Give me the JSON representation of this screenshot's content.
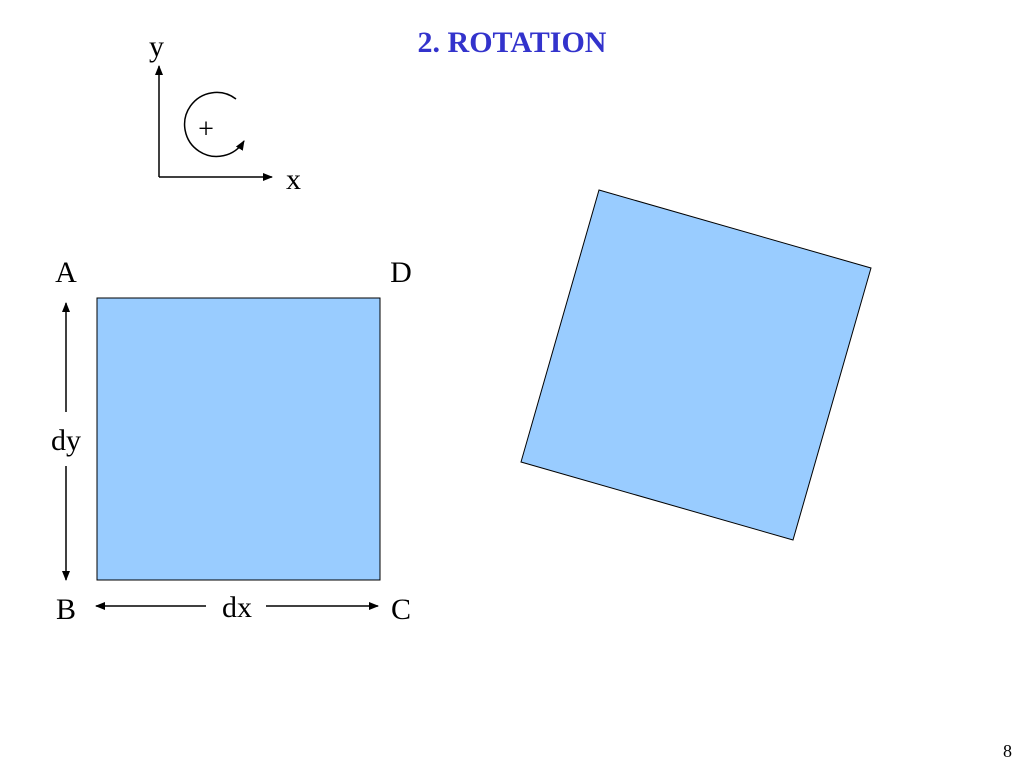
{
  "slide": {
    "title": "2. ROTATION",
    "page_number": "8"
  },
  "axes": {
    "x_label": "x",
    "y_label": "y",
    "sign_label": "+"
  },
  "element": {
    "corner_a": "A",
    "corner_b": "B",
    "corner_c": "C",
    "corner_d": "D",
    "width_label": "dx",
    "height_label": "dy"
  },
  "colors": {
    "title": "#3333cc",
    "fill": "#99ccff",
    "stroke": "#000000"
  }
}
